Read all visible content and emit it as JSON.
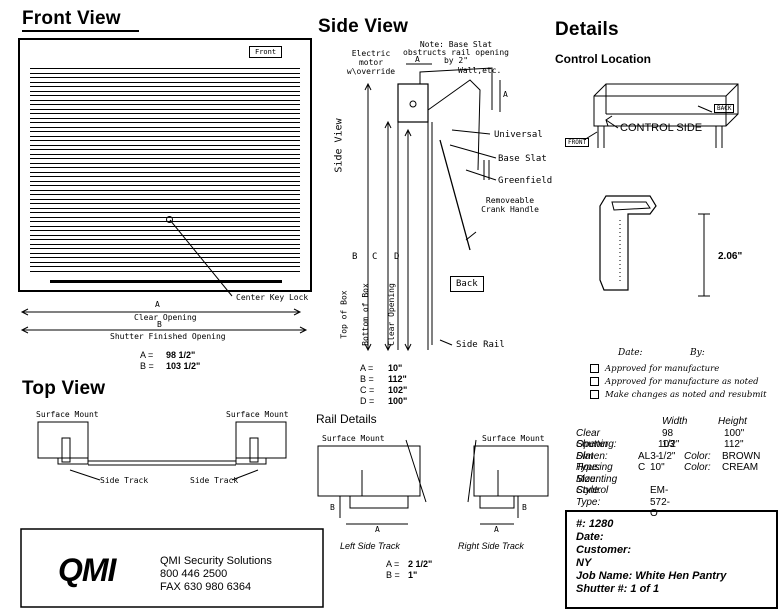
{
  "titles": {
    "front_view": "Front View",
    "side_view": "Side View",
    "details": "Details",
    "top_view": "Top View",
    "rail_details": "Rail Details",
    "control_location": "Control Location"
  },
  "front": {
    "tag": "Front",
    "key_lock": "Center Key Lock",
    "dim_a_letter": "A",
    "dim_a_label": "Clear Opening",
    "dim_b_letter": "B",
    "dim_b_label": "Shutter Finished Opening",
    "a_label": "A =",
    "a_value": "98 1/2\"",
    "b_label": "B =",
    "b_value": "103 1/2\""
  },
  "side": {
    "note": "Note: Base Slat obstructs rail opening by 2\"",
    "motor": "Electric motor w\\override",
    "letter_a": "A",
    "wall": "Wall,etc.",
    "vertical_label": "Side View",
    "universal": "Universal",
    "base_slat": "Base Slat",
    "greenfield": "Greenfield",
    "crank": "Removeable Crank Handle",
    "letter_b": "B",
    "letter_c": "C",
    "letter_d": "D",
    "top_of_box": "Top of Box",
    "bottom_of_box": "Bottom of Box",
    "clear_opening": "Clear Opening",
    "back": "Back",
    "side_rail": "Side Rail",
    "dims": [
      {
        "k": "A =",
        "v": "10\""
      },
      {
        "k": "B =",
        "v": "112\""
      },
      {
        "k": "C =",
        "v": "102\""
      },
      {
        "k": "D =",
        "v": "100\""
      }
    ]
  },
  "control": {
    "back": "BACK",
    "control_side": "CONTROL SIDE",
    "front": "FRONT"
  },
  "slat_height": "2.06\"",
  "approval": {
    "date": "Date:",
    "by": "By:",
    "opt1": "Approved for manufacture",
    "opt2": "Approved for manufacture as noted",
    "opt3": "Make changes as noted and resubmit"
  },
  "spec": {
    "width_hdr": "Width",
    "height_hdr": "Height",
    "clear_lbl": "Clear Opening:",
    "clear_w": "98 1/2\"",
    "clear_h": "100\"",
    "shutter_lbl": "Shutter Dimen:",
    "shutter_w": "103 1/2\"",
    "shutter_h": "112\"",
    "slat_lbl": "Slat Type:",
    "slat_val": "AL3-C",
    "color_lbl": "Color:",
    "color1": "BROWN",
    "housing_lbl": "Housing Size:",
    "housing_val": "10\"",
    "color2": "CREAM",
    "mounting_lbl": "Mounting Style:",
    "control_lbl": "Control Type:",
    "control_val": "EM-572-O"
  },
  "top": {
    "surface_left": "Surface Mount",
    "surface_right": "Surface Mount",
    "track_left": "Side Track",
    "track_right": "Side Track"
  },
  "rail": {
    "surface_left": "Surface Mount",
    "surface_right": "Surface Mount",
    "letter_b1": "B",
    "letter_a1": "A",
    "letter_b2": "B",
    "letter_a2": "A",
    "left_track": "Left Side Track",
    "right_track": "Right Side Track",
    "a_label": "A =",
    "a_value": "2 1/2\"",
    "b_label": "B =",
    "b_value": "1\""
  },
  "company": {
    "logo": "QMI",
    "name": "QMI Security Solutions",
    "phone": "800 446 2500",
    "fax": "FAX 630 980 6364"
  },
  "job": {
    "number": "#: 1280",
    "date": "Date:",
    "customer": "Customer:",
    "state": "NY",
    "job_name": "Job Name: White Hen Pantry",
    "shutter": "Shutter #: 1 of 1"
  }
}
